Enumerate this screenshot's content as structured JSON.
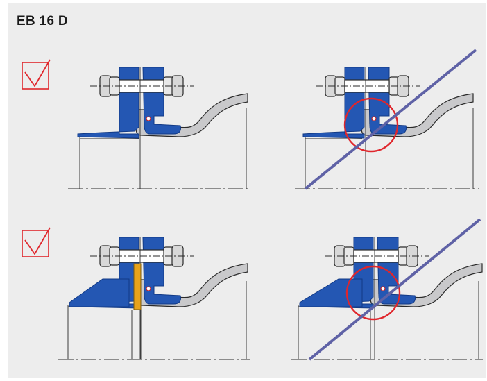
{
  "title": "EB 16 D",
  "colors": {
    "background": "#ededed",
    "flange_blue": "#2457b3",
    "flange_blue_dark": "#123a86",
    "clamp_grey": "#c9c9cb",
    "gasket_orange": "#e7a21a",
    "check_red": "#e0262c",
    "strike_purple": "#5f62a6"
  },
  "rows": [
    {
      "row": 1,
      "correct": {
        "check": true,
        "gasket": false
      },
      "incorrect": {
        "crossed": true,
        "circled": true
      }
    },
    {
      "row": 2,
      "correct": {
        "check": true,
        "gasket": true
      },
      "incorrect": {
        "crossed": true,
        "circled": true
      }
    }
  ],
  "icons": [
    "check-icon",
    "check-icon",
    "strike-line-icon",
    "strike-line-icon",
    "error-circle-icon",
    "error-circle-icon"
  ]
}
